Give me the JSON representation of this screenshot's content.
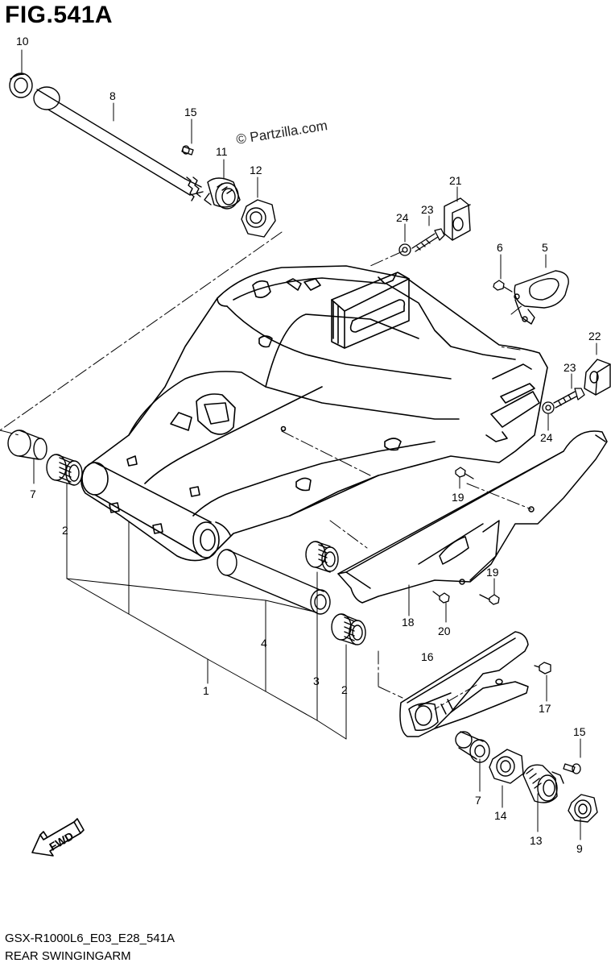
{
  "figure": {
    "title": "FIG.541A",
    "watermark": "© Partzilla.com",
    "model_code": "GSX-R1000L6_E03_E28_541A",
    "diagram_name": "REAR SWINGINGARM",
    "fwd_label": "FWD"
  },
  "callouts": [
    {
      "id": "c10",
      "label": "10"
    },
    {
      "id": "c8",
      "label": "8"
    },
    {
      "id": "c15a",
      "label": "15"
    },
    {
      "id": "c11",
      "label": "11"
    },
    {
      "id": "c12",
      "label": "12"
    },
    {
      "id": "c21",
      "label": "21"
    },
    {
      "id": "c24a",
      "label": "24"
    },
    {
      "id": "c23a",
      "label": "23"
    },
    {
      "id": "c6",
      "label": "6"
    },
    {
      "id": "c5",
      "label": "5"
    },
    {
      "id": "c22",
      "label": "22"
    },
    {
      "id": "c23b",
      "label": "23"
    },
    {
      "id": "c24b",
      "label": "24"
    },
    {
      "id": "c7a",
      "label": "7"
    },
    {
      "id": "c2a",
      "label": "2"
    },
    {
      "id": "c19a",
      "label": "19"
    },
    {
      "id": "c19b",
      "label": "19"
    },
    {
      "id": "c18",
      "label": "18"
    },
    {
      "id": "c20",
      "label": "20"
    },
    {
      "id": "c4",
      "label": "4"
    },
    {
      "id": "c3",
      "label": "3"
    },
    {
      "id": "c2b",
      "label": "2"
    },
    {
      "id": "c1",
      "label": "1"
    },
    {
      "id": "c16",
      "label": "16"
    },
    {
      "id": "c17",
      "label": "17"
    },
    {
      "id": "c15b",
      "label": "15"
    },
    {
      "id": "c7b",
      "label": "7"
    },
    {
      "id": "c14",
      "label": "14"
    },
    {
      "id": "c13",
      "label": "13"
    },
    {
      "id": "c9",
      "label": "9"
    }
  ],
  "colors": {
    "line": "#000000",
    "background": "#ffffff"
  }
}
